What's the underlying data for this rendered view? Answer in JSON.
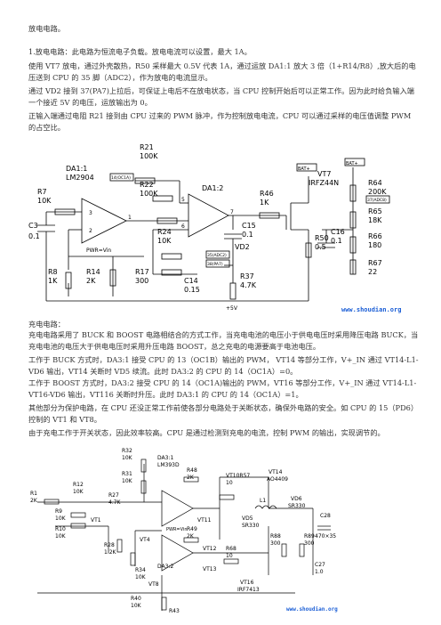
{
  "doc": {
    "p_discharge_title": "放电电路。",
    "p1": "1.放电电路：此电路为恒流电子负载。放电电流可以设置，最大 1A。",
    "p2": "使用 VT7 放电，通过外壳散热，R50 采样最大 0.5V 代表 1A，通过运放 DA1:1 放大 3 倍（1+R14/R8）,放大后的电压送到 CPU 的 35 脚（ADC2），作为放电的电流显示。",
    "p3": "通过 VD2 接到 37(PA7)上拉后，可保证上电后不在放电状态，当 CPU 控制开始后可以正常工作。因为此时给负输入端一个接近 5V 的电压，运放输出为 0。",
    "p4": "正输入端通过电阻 R21 接到由 CPU 过来的 PWM 脉冲，作为控制放电电流，CPU 可以通过采样的电压值调整 PWM 的占空比。",
    "p_charge_title": "充电电路：",
    "p5": "充电电路采用了 BUCK 和 BOOST 电路相结合的方式工作，当充电电池的电压小于供电电压时采用降压电路 BUCK，当充电电池的电压大于供电电压时采用升压电路 BOOST，总之充电的电源要高于电池电压。",
    "p6": "工作于 BUCK 方式时，DA3:1 接受 CPU 的 13（OC1B）输出的 PWM， VT14 等部分工作，V+_IN 通过 VT14-L1-VD6 输出，VT14 关断时 VD5 续流。此时 DA3:2 的 CPU 的 14（OC1A）=0。",
    "p7": "工作于 BOOST 方式时，DA3:2 接受 CPU 的 14（OC1A)输出的 PWM，VT16 等部分工作，V+_IN 通过 VT14-L1-VT16-VD6 输出，VT116 关断时升压。此时 DA3:1 的 CPU 的 14（OC1A）=1。",
    "p8": "其他部分为保护电路，在 CPU 还没正常工作前使各部分电路处于关断状态，确保外电路的安全。如 CPU 的 15（PD6）控制的 VT1 和 VT8。",
    "p9": "由于充电工作于开关状态，因此效率较高。CPU 是通过检测到充电的电流，控制 PWM 的输出，实现调节的。"
  },
  "fig1": {
    "watermark": "www.shoudian.org",
    "labels": {
      "da11": "DA1:1",
      "lm2904": "LM2904",
      "r21": "R21",
      "r21v": "100K",
      "r22": "R22",
      "r22v": "100K",
      "da12": "DA1:2",
      "r46": "R46",
      "r46v": "1K",
      "vt7": "VT7",
      "vt7t": "IRFZ44N",
      "bat_a": "BAT+",
      "bat_b": "BAT+",
      "r7": "R7",
      "r7v": "10K",
      "c3": "C3",
      "c3v": "0.1",
      "r24": "R24",
      "r24v": "10K",
      "c15": "C15",
      "c15v": "0.1",
      "vd2": "VD2",
      "pa7": "38(PA7)",
      "adc2": "35(ADC2)",
      "oc1a": "14(OC1A)",
      "adc8": "37(ADC8)",
      "pwr": "PWR=Vin",
      "r8": "R8",
      "r8v": "1K",
      "r14": "R14",
      "r14v": "2K",
      "r17": "R17",
      "r17v": "300",
      "c14": "C14",
      "c14v": "0.15",
      "r37": "R37",
      "r37v": "4.7K",
      "r50": "R50",
      "r50v": "0.5",
      "c16": "C16",
      "c16v": "0.1",
      "r64": "R64",
      "r64v": "200K",
      "r65": "R65",
      "r65v": "18K",
      "r66": "R66",
      "r66v": "180",
      "r67": "R67",
      "r67v": "22",
      "v5": "+5V",
      "p3": "3",
      "p2": "2",
      "p1": "1",
      "p5": "5",
      "p6": "6",
      "p7": "7"
    }
  },
  "fig2": {
    "watermark": "www.shoudian.org",
    "labels": {
      "da31": "DA3:1",
      "lm393d": "LM393D",
      "r32": "R32",
      "r32v": "10K",
      "r31": "R31",
      "r31v": "10K",
      "r48": "R48",
      "r48v": "2K",
      "vt10": "VT10R57",
      "vt10v": "10",
      "vt14": "VT14",
      "vt14t": "AO4409",
      "r1": "R1",
      "r1v": "2K",
      "r12": "R12",
      "r12v": "10K",
      "r9": "R9",
      "r9v": "10K",
      "r10": "R10",
      "r10v": "10K",
      "vt1": "VT1",
      "r27": "R27",
      "r27v": "4.7K",
      "r28": "R28",
      "r28v": "1.2K",
      "vt4": "VT4",
      "r34": "R34",
      "r34v": "10K",
      "vt11": "VT11",
      "l1": "L1",
      "vd6": "VD6",
      "vd6t": "SR330",
      "vd5": "VD5",
      "vd5t": "SR330",
      "c28": "C28",
      "c28v": "470×35",
      "da32": "DA3:2",
      "r49": "R49",
      "r49v": "2K",
      "vt12": "VT12",
      "r68": "R68",
      "r68v": "10",
      "vt13": "VT13",
      "vt16": "VT16",
      "vt16t": "IRF7413",
      "r88": "R88",
      "r88v": "300",
      "r89": "R89",
      "r89v": "300",
      "c27": "C27",
      "c27v": "1.0",
      "vt8": "VT8",
      "r40": "R40",
      "r40v": "10K",
      "r43": "R43",
      "pwr": "PWR=Vin"
    }
  }
}
